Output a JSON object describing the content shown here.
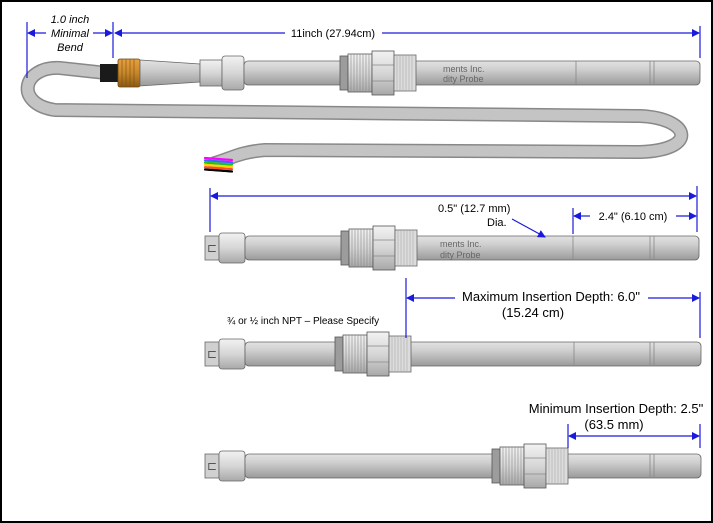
{
  "annotations": {
    "bend_line1": "1.0 inch",
    "bend_line2": "Minimal",
    "bend_line3": "Bend",
    "length": "11inch (27.94cm)",
    "diameter_line1": "0.5\" (12.7 mm)",
    "diameter_line2": "Dia.",
    "tip_length": "2.4\" (6.10 cm)",
    "max_depth_line1": "Maximum Insertion Depth: 6.0\"",
    "max_depth_line2": "(15.24 cm)",
    "npt": "¾ or ½ inch NPT – Please Specify",
    "min_depth_line1": "Minimum Insertion Depth: 2.5\"",
    "min_depth_line2": "(63.5 mm)"
  },
  "probe_label": {
    "line1": "ments Inc.",
    "line2": "dity Probe"
  },
  "colors": {
    "dimension": "#1a1adc",
    "probe_body": "#bfbfbf",
    "cable": "#c0c0c0",
    "connector": "#c8862a",
    "frame": "#000000"
  },
  "wire_colors": [
    "#ff00ff",
    "#3a66ff",
    "#20c020",
    "#ffd200",
    "#ff4a2a",
    "#000000",
    "#ffffff"
  ]
}
